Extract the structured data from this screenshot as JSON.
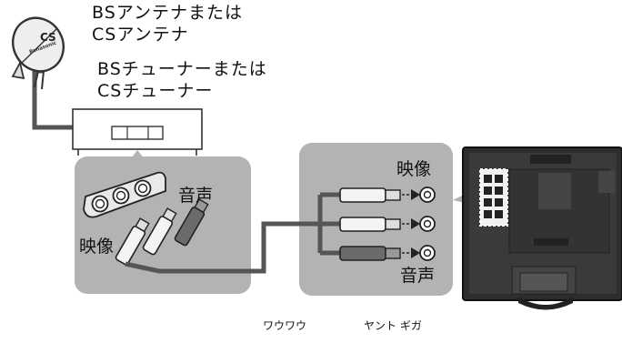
{
  "antenna": {
    "label_line1": "BSアンテナまたは",
    "label_line2": "CSアンテナ",
    "dish_logo": "CS",
    "dish_brand": "Panasonic"
  },
  "tuner": {
    "label_line1": "BSチューナーまたは",
    "label_line2": "CSチューナー"
  },
  "left_panel": {
    "video_label": "映像",
    "audio_label": "音声"
  },
  "right_panel": {
    "video_label": "映像",
    "audio_label": "音声"
  },
  "footer": {
    "text_left": "ワウワウ",
    "text_right": "ヤント ギガ"
  },
  "colors": {
    "panel_gray": "#b3b3b3",
    "cable_gray": "#555555",
    "plug_red": "#6b6b6b",
    "plug_white": "#f4f4f4",
    "tv_body": "#2d2d2d"
  },
  "icons": [
    "satellite-dish-icon",
    "tuner-box-icon",
    "rca-cable-icon",
    "tv-back-icon"
  ]
}
